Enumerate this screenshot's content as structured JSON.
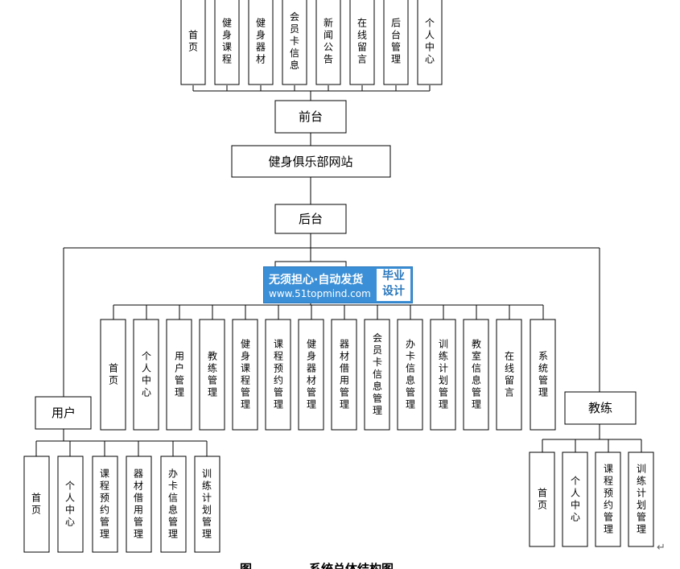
{
  "front_modules": [
    "首页",
    "健身课程",
    "健身器材",
    "会员卡信息",
    "新闻公告",
    "在线留言",
    "后台管理",
    "个人中心"
  ],
  "front_label": "前台",
  "root_label": "健身俱乐部网站",
  "back_label": "后台",
  "admin_modules": [
    "首页",
    "个人中心",
    "用户管理",
    "教练管理",
    "健身课程管理",
    "课程预约管理",
    "健身器材管理",
    "器材借用管理",
    "会员卡信息管理",
    "办卡信息管理",
    "训练计划管理",
    "教室信息管理",
    "在线留言",
    "系统管理"
  ],
  "user_label": "用户",
  "user_modules": [
    "首页",
    "个人中心",
    "课程预约管理",
    "器材借用管理",
    "办卡信息管理",
    "训练计划管理"
  ],
  "coach_label": "教练",
  "coach_modules": [
    "首页",
    "个人中心",
    "课程预约管理",
    "训练计划管理"
  ],
  "caption_left": "图",
  "caption_right": "系统总体结构图",
  "paragraph_mark": "↵",
  "watermark": {
    "line1": "无须担心·自动发货",
    "line2": "www.51topmind.com",
    "badge_top": "毕业",
    "badge_bottom": "设计"
  }
}
